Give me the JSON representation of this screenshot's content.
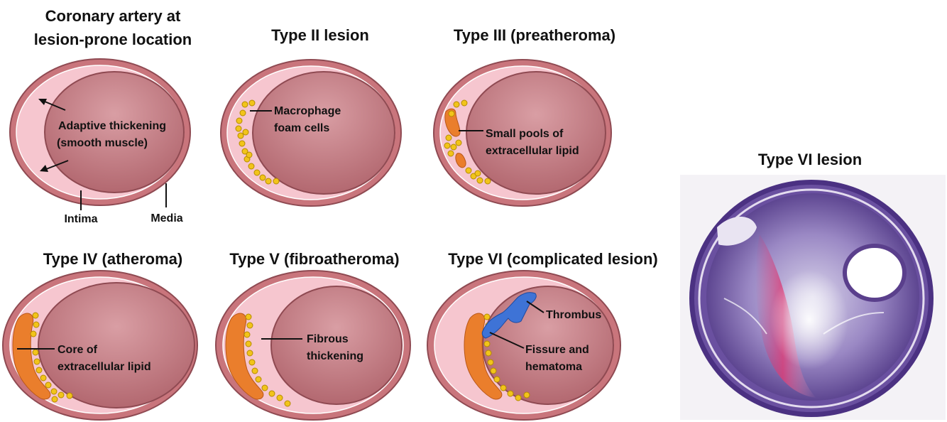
{
  "panels": {
    "p1": {
      "title_line1": "Coronary artery at",
      "title_line2": "lesion-prone location",
      "label_line1": "Adaptive thickening",
      "label_line2": "(smooth muscle)",
      "intima": "Intima",
      "media": "Media"
    },
    "p2": {
      "title": "Type II lesion",
      "label_line1": "Macrophage",
      "label_line2": "foam cells"
    },
    "p3": {
      "title": "Type III (preatheroma)",
      "label_line1": "Small pools of",
      "label_line2": "extracellular lipid"
    },
    "p4": {
      "title": "Type IV (atheroma)",
      "label_line1": "Core of",
      "label_line2": "extracellular lipid"
    },
    "p5": {
      "title": "Type V (fibroatheroma)",
      "label_line1": "Fibrous",
      "label_line2": "thickening"
    },
    "p6": {
      "title": "Type VI (complicated lesion)",
      "thrombus": "Thrombus",
      "label_line1": "Fissure and",
      "label_line2": "hematoma"
    },
    "p7": {
      "title": "Type VI lesion"
    }
  },
  "colors": {
    "media": "#c9757c",
    "intima": "#f6c6cf",
    "lumen": "#b96a73",
    "foam_cells": "#f2c41a",
    "lipid": "#ea7e2c",
    "thrombus": "#3e73d6",
    "histology_stain": "#5a3f8c"
  }
}
